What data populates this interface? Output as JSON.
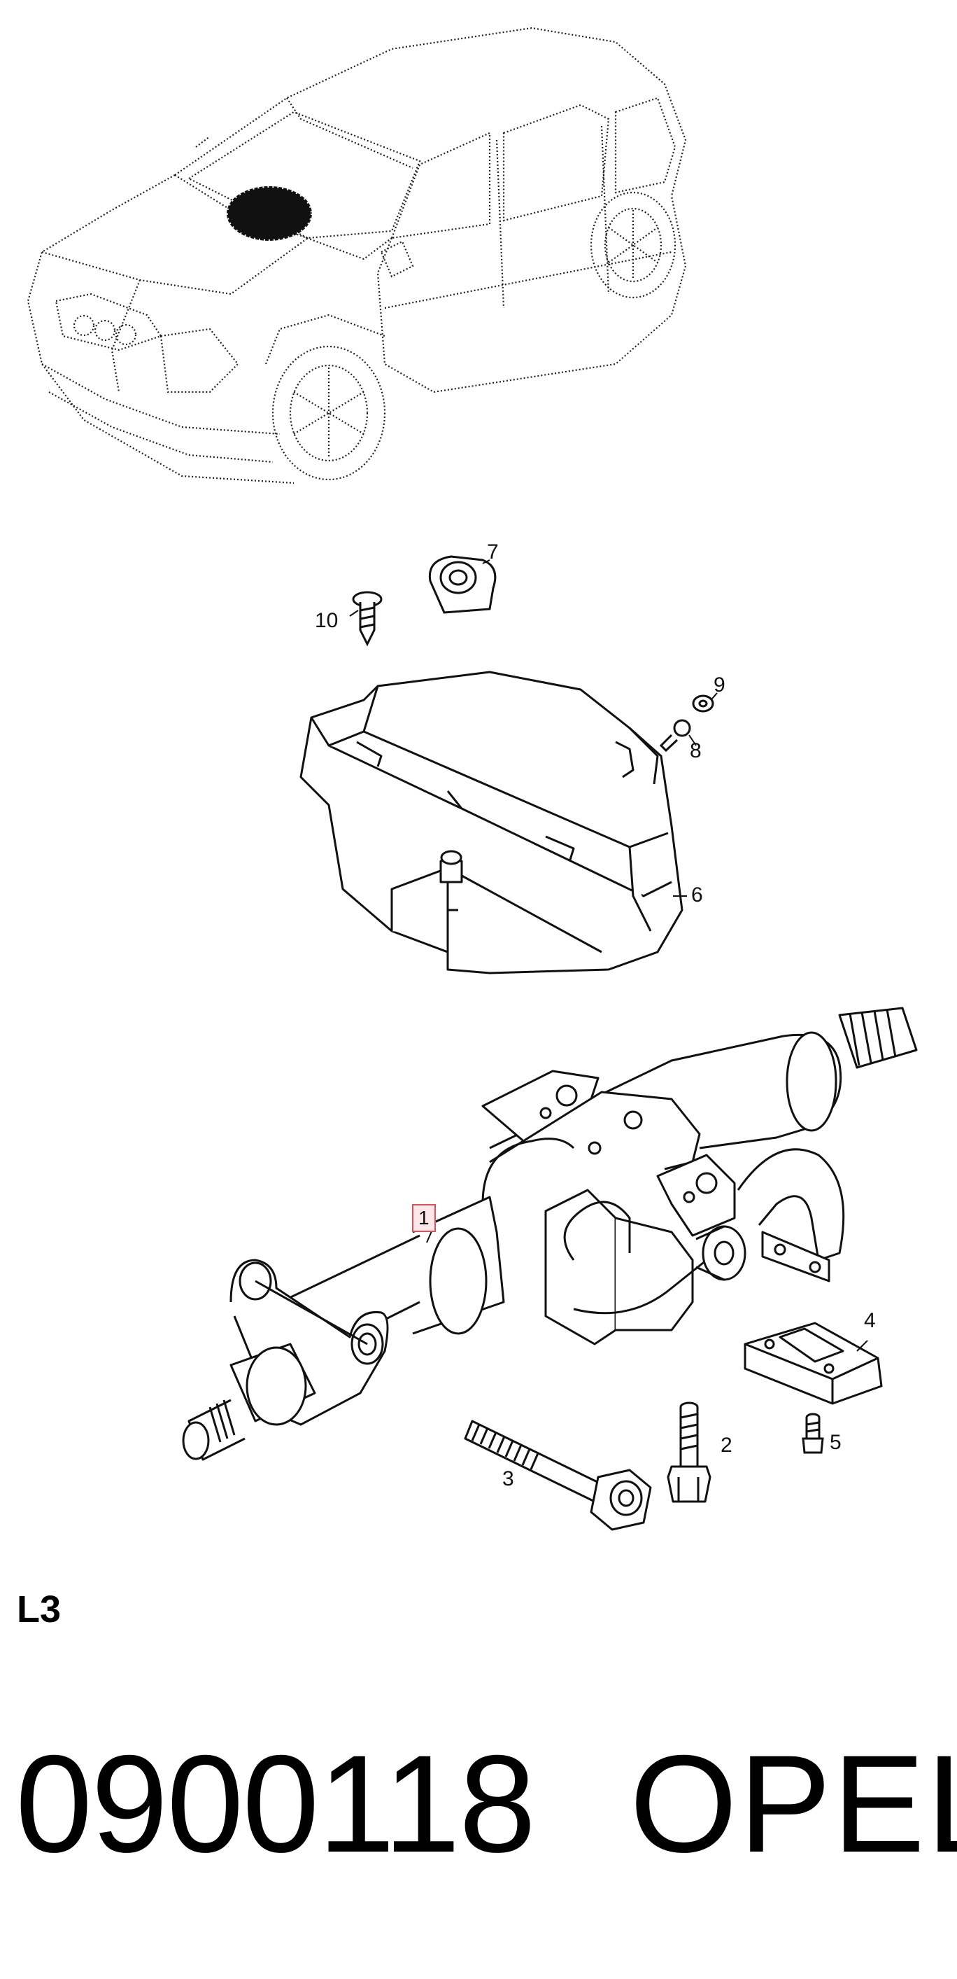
{
  "callouts": {
    "c1": "1",
    "c2": "2",
    "c3": "3",
    "c4": "4",
    "c5": "5",
    "c6": "6",
    "c7": "7",
    "c8": "8",
    "c9": "9",
    "c10": "10"
  },
  "section_code": "L3",
  "part_number": "0900118",
  "brand": "OPEL",
  "colors": {
    "line": "#111111",
    "highlight_border": "#e0505a",
    "highlight_fill": "#ffe6e8"
  }
}
